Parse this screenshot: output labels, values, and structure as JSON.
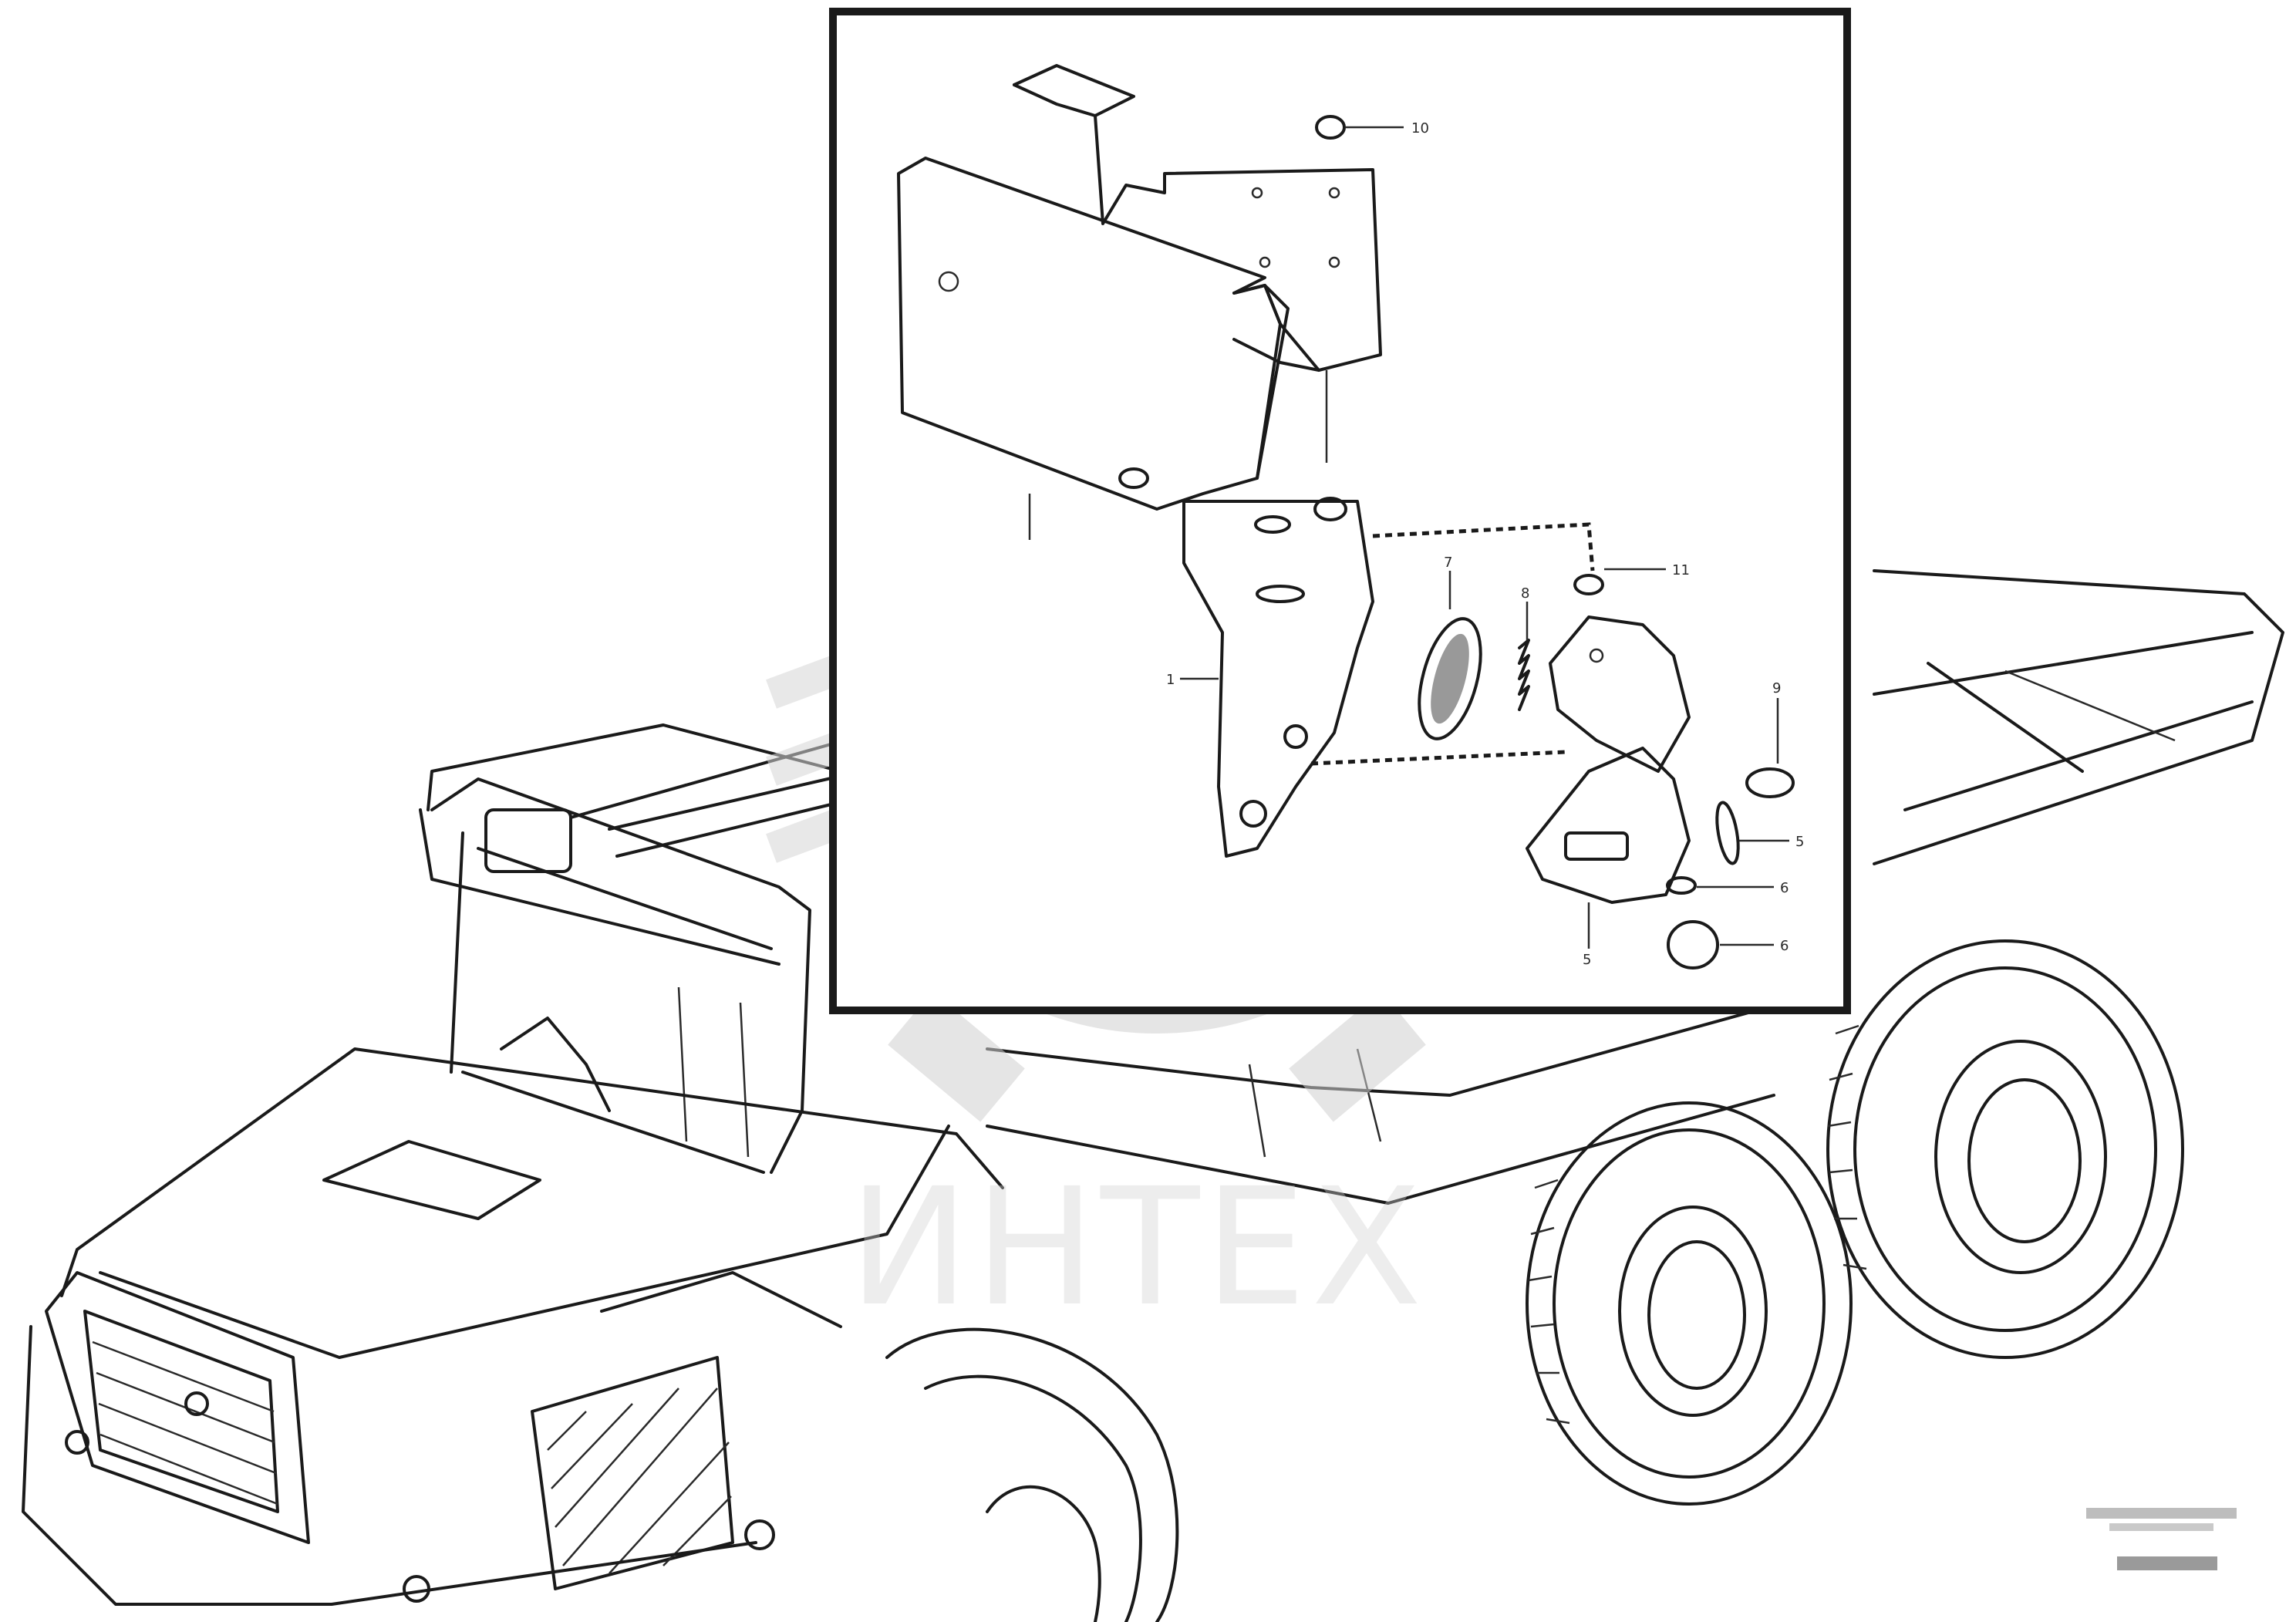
{
  "watermark": {
    "text": "ИНТЕХ"
  },
  "callouts": [
    "10",
    "11",
    "7",
    "8",
    "9",
    "5",
    "6",
    "6",
    "1",
    "5"
  ],
  "reference": {
    "line1": "",
    "line2": "",
    "code": ""
  }
}
